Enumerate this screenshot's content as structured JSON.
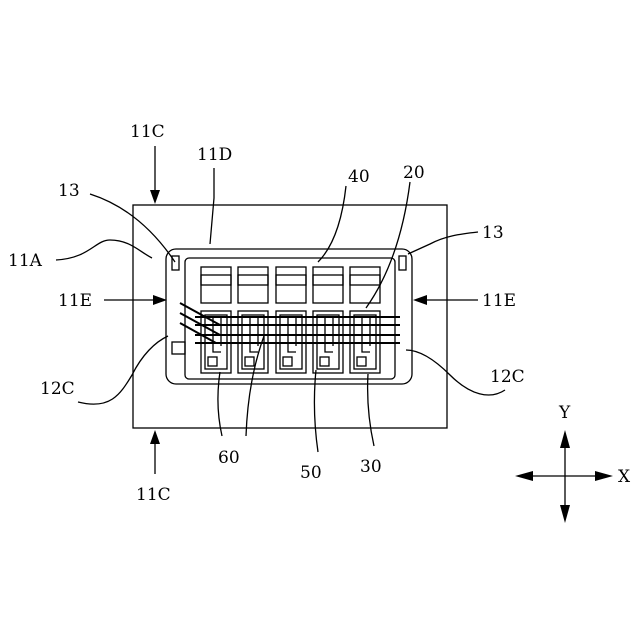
{
  "labels": {
    "l_11c_top": "11C",
    "l_11c_bottom": "11C",
    "l_11d": "11D",
    "l_13_left": "13",
    "l_13_right": "13",
    "l_11a": "11A",
    "l_11e_left": "11E",
    "l_11e_right": "11E",
    "l_40": "40",
    "l_20": "20",
    "l_12c_left": "12C",
    "l_12c_right": "12C",
    "l_60": "60",
    "l_50": "50",
    "l_30": "30"
  },
  "axes": {
    "y": "Y",
    "x": "X"
  }
}
